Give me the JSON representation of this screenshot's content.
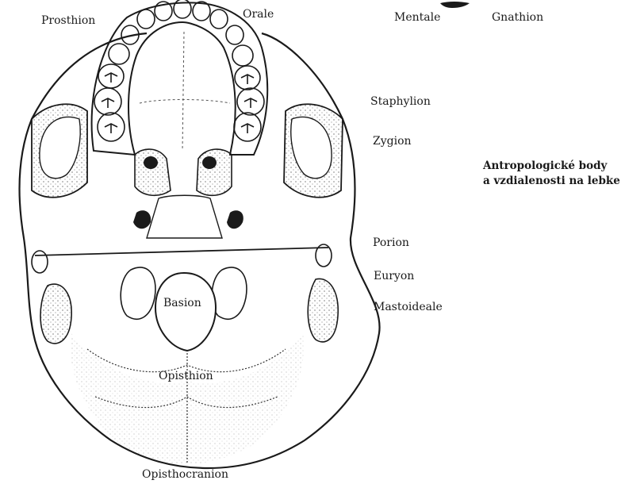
{
  "labels": {
    "prosthion": "Prosthion",
    "orale": "Orale",
    "mentale": "Mentale",
    "gnathion": "Gnathion",
    "staphylion": "Staphylion",
    "zygion": "Zygion",
    "porion": "Porion",
    "euryon": "Euryon",
    "mastoideale": "Mastoideale",
    "basion": "Basion",
    "opisthion": "Opisthion",
    "opisthocranion": "Opisthocranion"
  },
  "title": {
    "line1": "Antropologické body",
    "line2": "a vzdialenosti na lebke"
  },
  "colors": {
    "ink": "#1a1a1a",
    "paper": "#ffffff"
  }
}
